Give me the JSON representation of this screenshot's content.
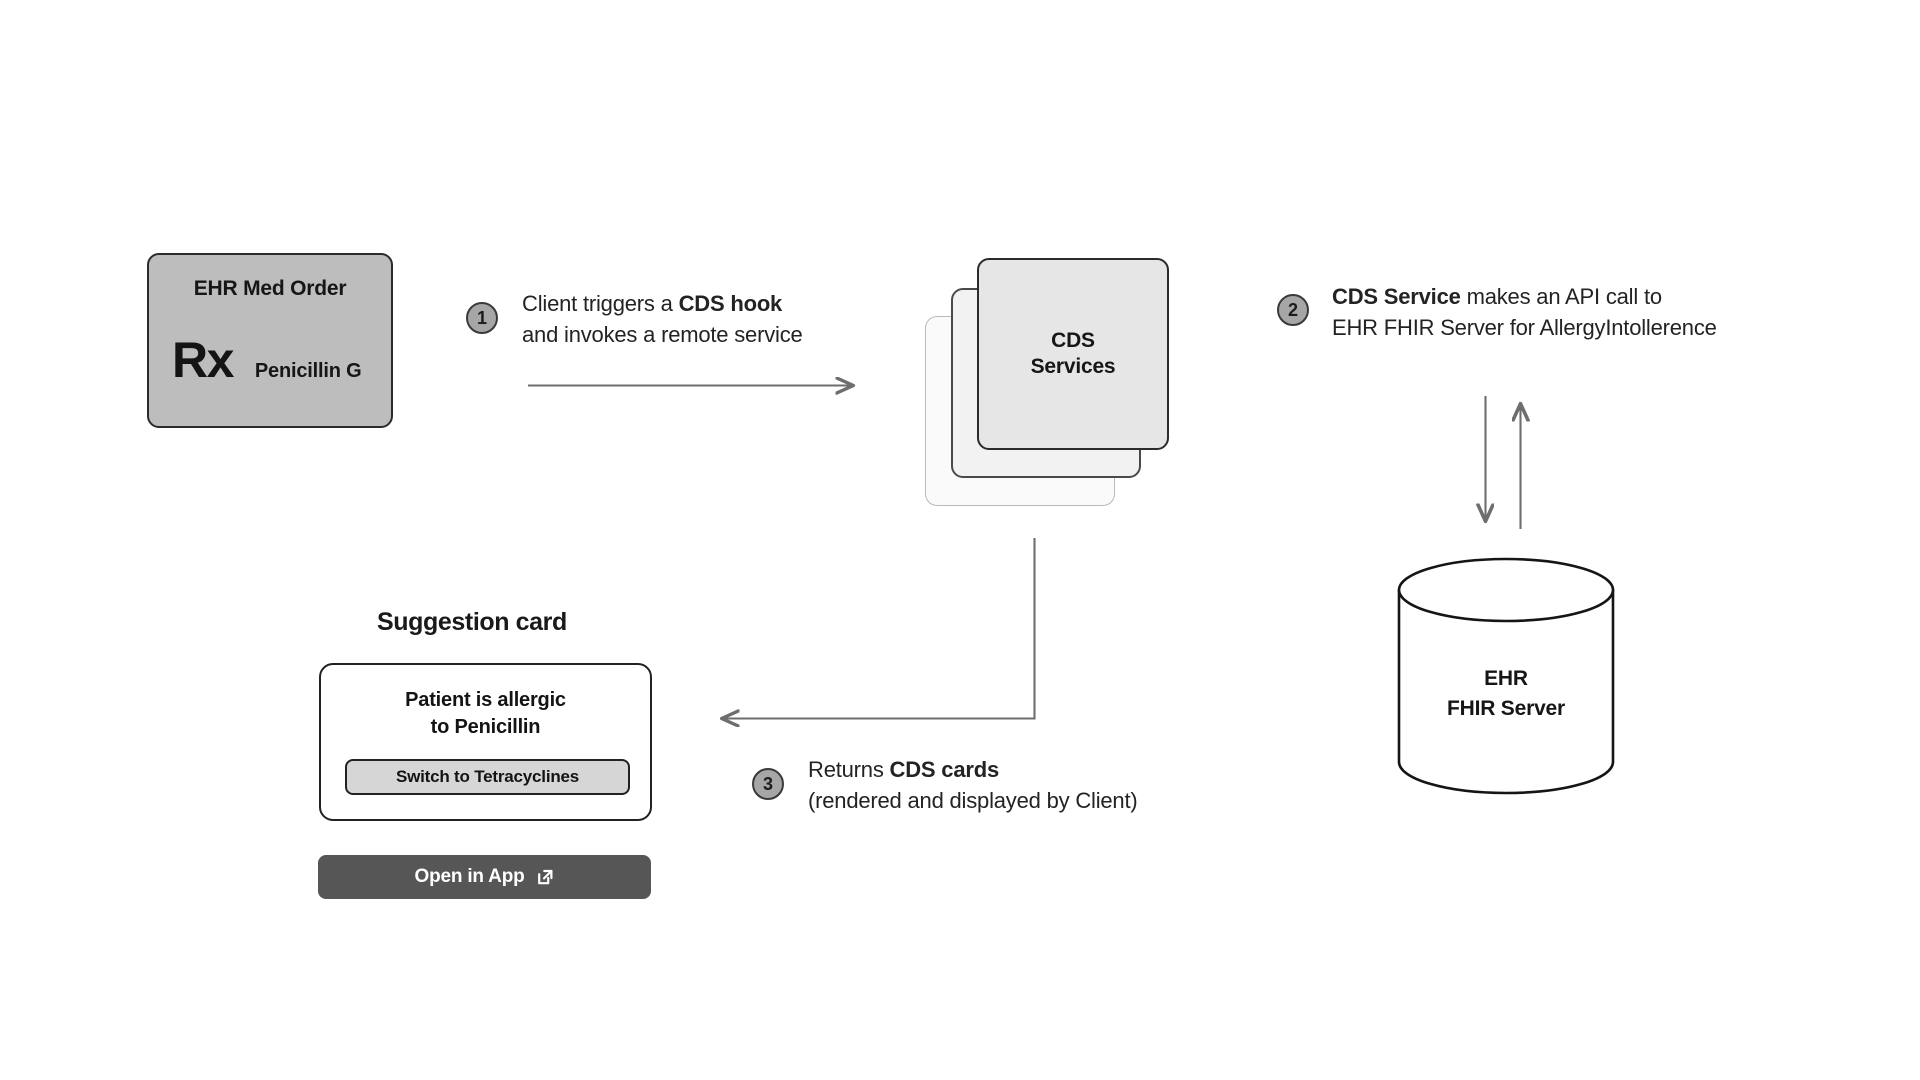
{
  "diagram": {
    "title": "CDS Hooks flow",
    "colors": {
      "ehr_box_fill": "#bdbdbd",
      "badge_fill": "#a6a6a6",
      "cds_front_fill": "#e6e6e6",
      "cds_mid_fill": "#f2f2f2",
      "cds_back_fill": "#fafafa",
      "switch_button_fill": "#d6d6d6",
      "open_app_fill": "#565656",
      "stroke_dark": "#222222",
      "arrow_gray": "#6e6e6e"
    }
  },
  "ehr_med_order": {
    "title": "EHR Med Order",
    "rx_symbol": "Rx",
    "drug": "Penicillin G"
  },
  "steps": [
    {
      "number": "1",
      "line1_plain_a": "Client triggers a ",
      "line1_bold": "CDS hook",
      "line2": "and invokes a remote service"
    },
    {
      "number": "2",
      "line1_bold": "CDS Service",
      "line1_plain_b": " makes an API call to",
      "line2": "EHR FHIR Server for AllergyIntollerence"
    },
    {
      "number": "3",
      "line1_plain_a": "Returns ",
      "line1_bold": "CDS cards",
      "line2": "(rendered and displayed by Client)"
    }
  ],
  "cds_services": {
    "label_line1": "CDS",
    "label_line2": "Services",
    "card_count": 3
  },
  "fhir_server": {
    "label_line1": "EHR",
    "label_line2": "FHIR Server"
  },
  "suggestion": {
    "heading": "Suggestion card",
    "card_line1": "Patient is allergic",
    "card_line2": "to Penicillin",
    "switch_button": "Switch to Tetracyclines",
    "open_app_button": "Open in App",
    "open_app_icon": "external-link-icon"
  }
}
